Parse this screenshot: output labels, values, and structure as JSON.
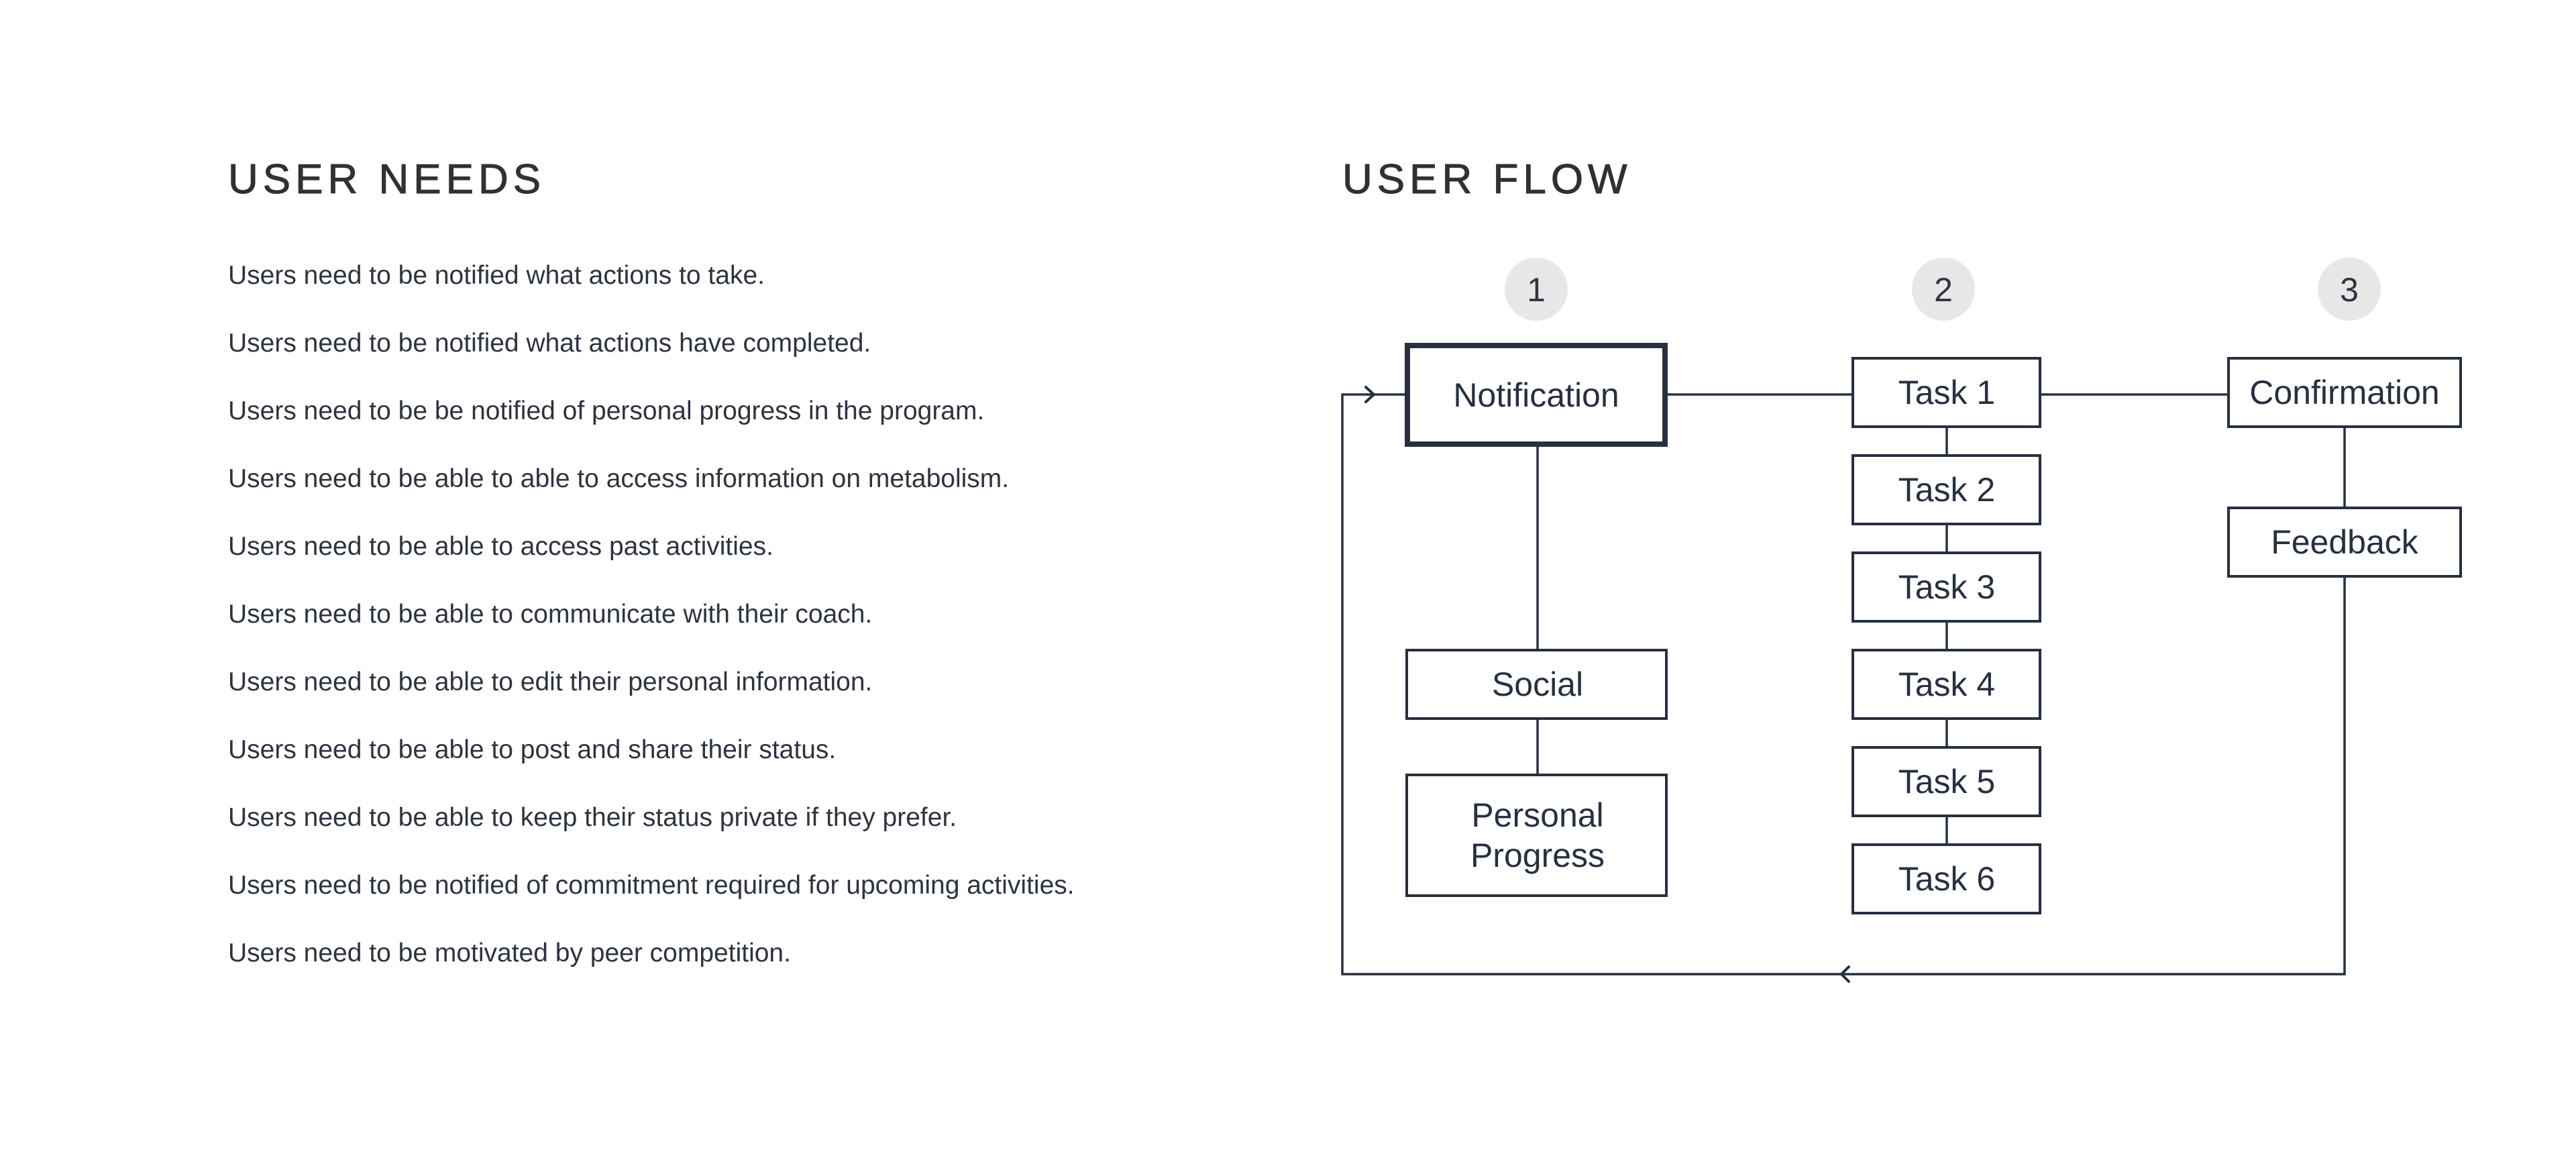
{
  "user_needs": {
    "title": "USER NEEDS",
    "items": [
      "Users need to be notified what actions to take.",
      "Users need to be notified what actions have completed.",
      "Users need to be be notified of personal progress in the program.",
      "Users need to be able to able to access information on metabolism.",
      "Users need to be able to access past activities.",
      "Users need to be able to communicate with their coach.",
      "Users need to be able to edit their personal information.",
      "Users need to be able to post and share their status.",
      "Users need to be able to keep their status private if they prefer.",
      "Users need to be notified of commitment required for upcoming activities.",
      "Users need to be motivated by peer competition."
    ]
  },
  "user_flow": {
    "title": "USER FLOW",
    "steps": [
      "1",
      "2",
      "3"
    ],
    "notification": "Notification",
    "social": "Social",
    "personal_progress_line1": "Personal",
    "personal_progress_line2": "Progress",
    "tasks": [
      "Task 1",
      "Task 2",
      "Task 3",
      "Task 4",
      "Task 5",
      "Task 6"
    ],
    "confirmation": "Confirmation",
    "feedback": "Feedback"
  }
}
